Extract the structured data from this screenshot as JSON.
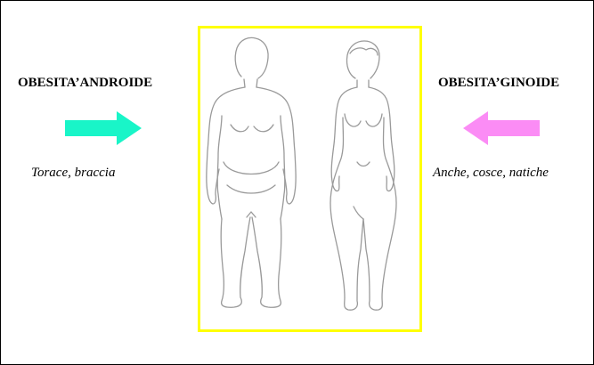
{
  "left": {
    "heading": "OBESITA’ANDROIDE",
    "caption": "Torace, braccia",
    "arrow_color": "#19f5c8",
    "arrow_direction": "right"
  },
  "right": {
    "heading": "OBESITA’GINOIDE",
    "caption": "Anche, cosce, natiche",
    "arrow_color": "#fb8cf5",
    "arrow_direction": "left"
  },
  "frame": {
    "border_color": "#ffff00",
    "content": [
      "male-body-outline-icon",
      "female-body-outline-icon"
    ]
  }
}
